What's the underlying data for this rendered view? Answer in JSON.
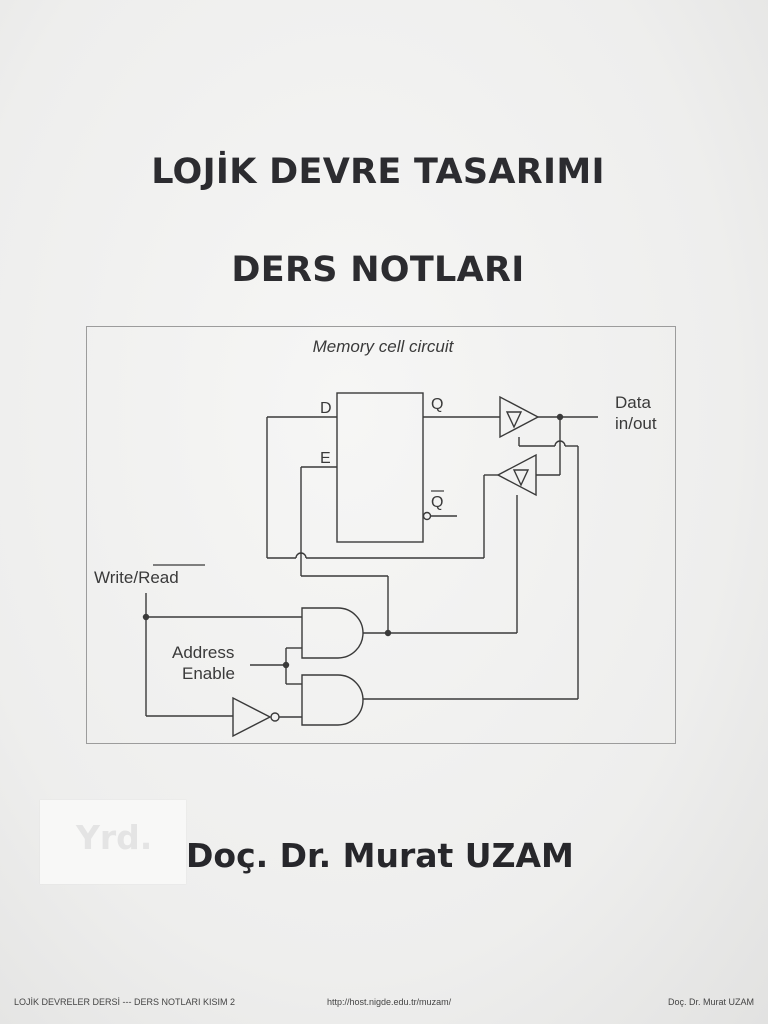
{
  "cover": {
    "title_line1": "LOJİK DEVRE TASARIMI",
    "title_line2": "DERS NOTLARI",
    "faded_prefix": "Yrd.",
    "author": "Doç. Dr. Murat UZAM"
  },
  "figure": {
    "caption": "Memory cell circuit",
    "labels": {
      "d": "D",
      "e": "E",
      "q": "Q",
      "q_bar": "Q",
      "data_line1": "Data",
      "data_line2": "in/out",
      "write_read_prefix": "Write/",
      "write_read_overlined": "Read",
      "address_line1": "Address",
      "address_line2": "Enable"
    }
  },
  "footer": {
    "left": "LOJİK DEVRELER DERSİ --- DERS NOTLARI KISIM 2",
    "center": "http://host.nigde.edu.tr/muzam/",
    "right": "Doç. Dr. Murat UZAM"
  }
}
